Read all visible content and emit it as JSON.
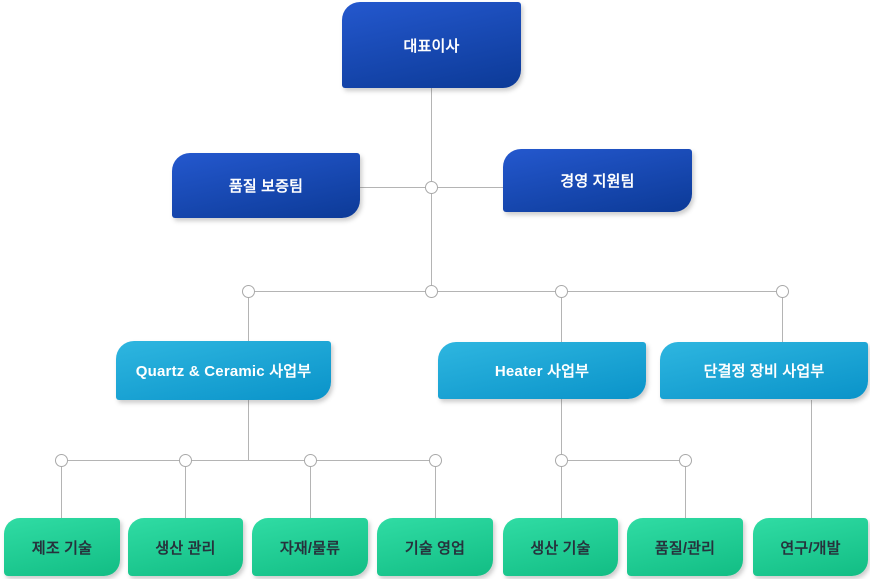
{
  "org_chart": {
    "type": "organization-chart",
    "ceo": {
      "label": "대표이사"
    },
    "staff_teams": [
      {
        "label": "품질 보증팀"
      },
      {
        "label": "경영 지원팀"
      }
    ],
    "divisions": [
      {
        "label": "Quartz & Ceramic 사업부"
      },
      {
        "label": "Heater 사업부"
      },
      {
        "label": "단결정 장비 사업부"
      }
    ],
    "teams": [
      {
        "label": "제조 기술",
        "division": "Quartz & Ceramic 사업부"
      },
      {
        "label": "생산 관리",
        "division": "Quartz & Ceramic 사업부"
      },
      {
        "label": "자재/물류",
        "division": "Quartz & Ceramic 사업부"
      },
      {
        "label": "기술 영업",
        "division": "Quartz & Ceramic 사업부"
      },
      {
        "label": "생산 기술",
        "division": "Heater 사업부"
      },
      {
        "label": "품질/관리",
        "division": "Heater 사업부"
      },
      {
        "label": "연구/개발",
        "division": "단결정 장비 사업부"
      }
    ],
    "colors": {
      "executive_box_top": "#2458ce",
      "executive_box_bottom": "#0c3a97",
      "division_box_top": "#2eb6e0",
      "division_box_bottom": "#0a93c9",
      "team_box_top": "#30dca4",
      "team_box_bottom": "#12bd84",
      "light_text": "#ffffff",
      "team_text": "#26323c",
      "connector_line": "#b4b4b4",
      "background": "#ffffff"
    }
  }
}
